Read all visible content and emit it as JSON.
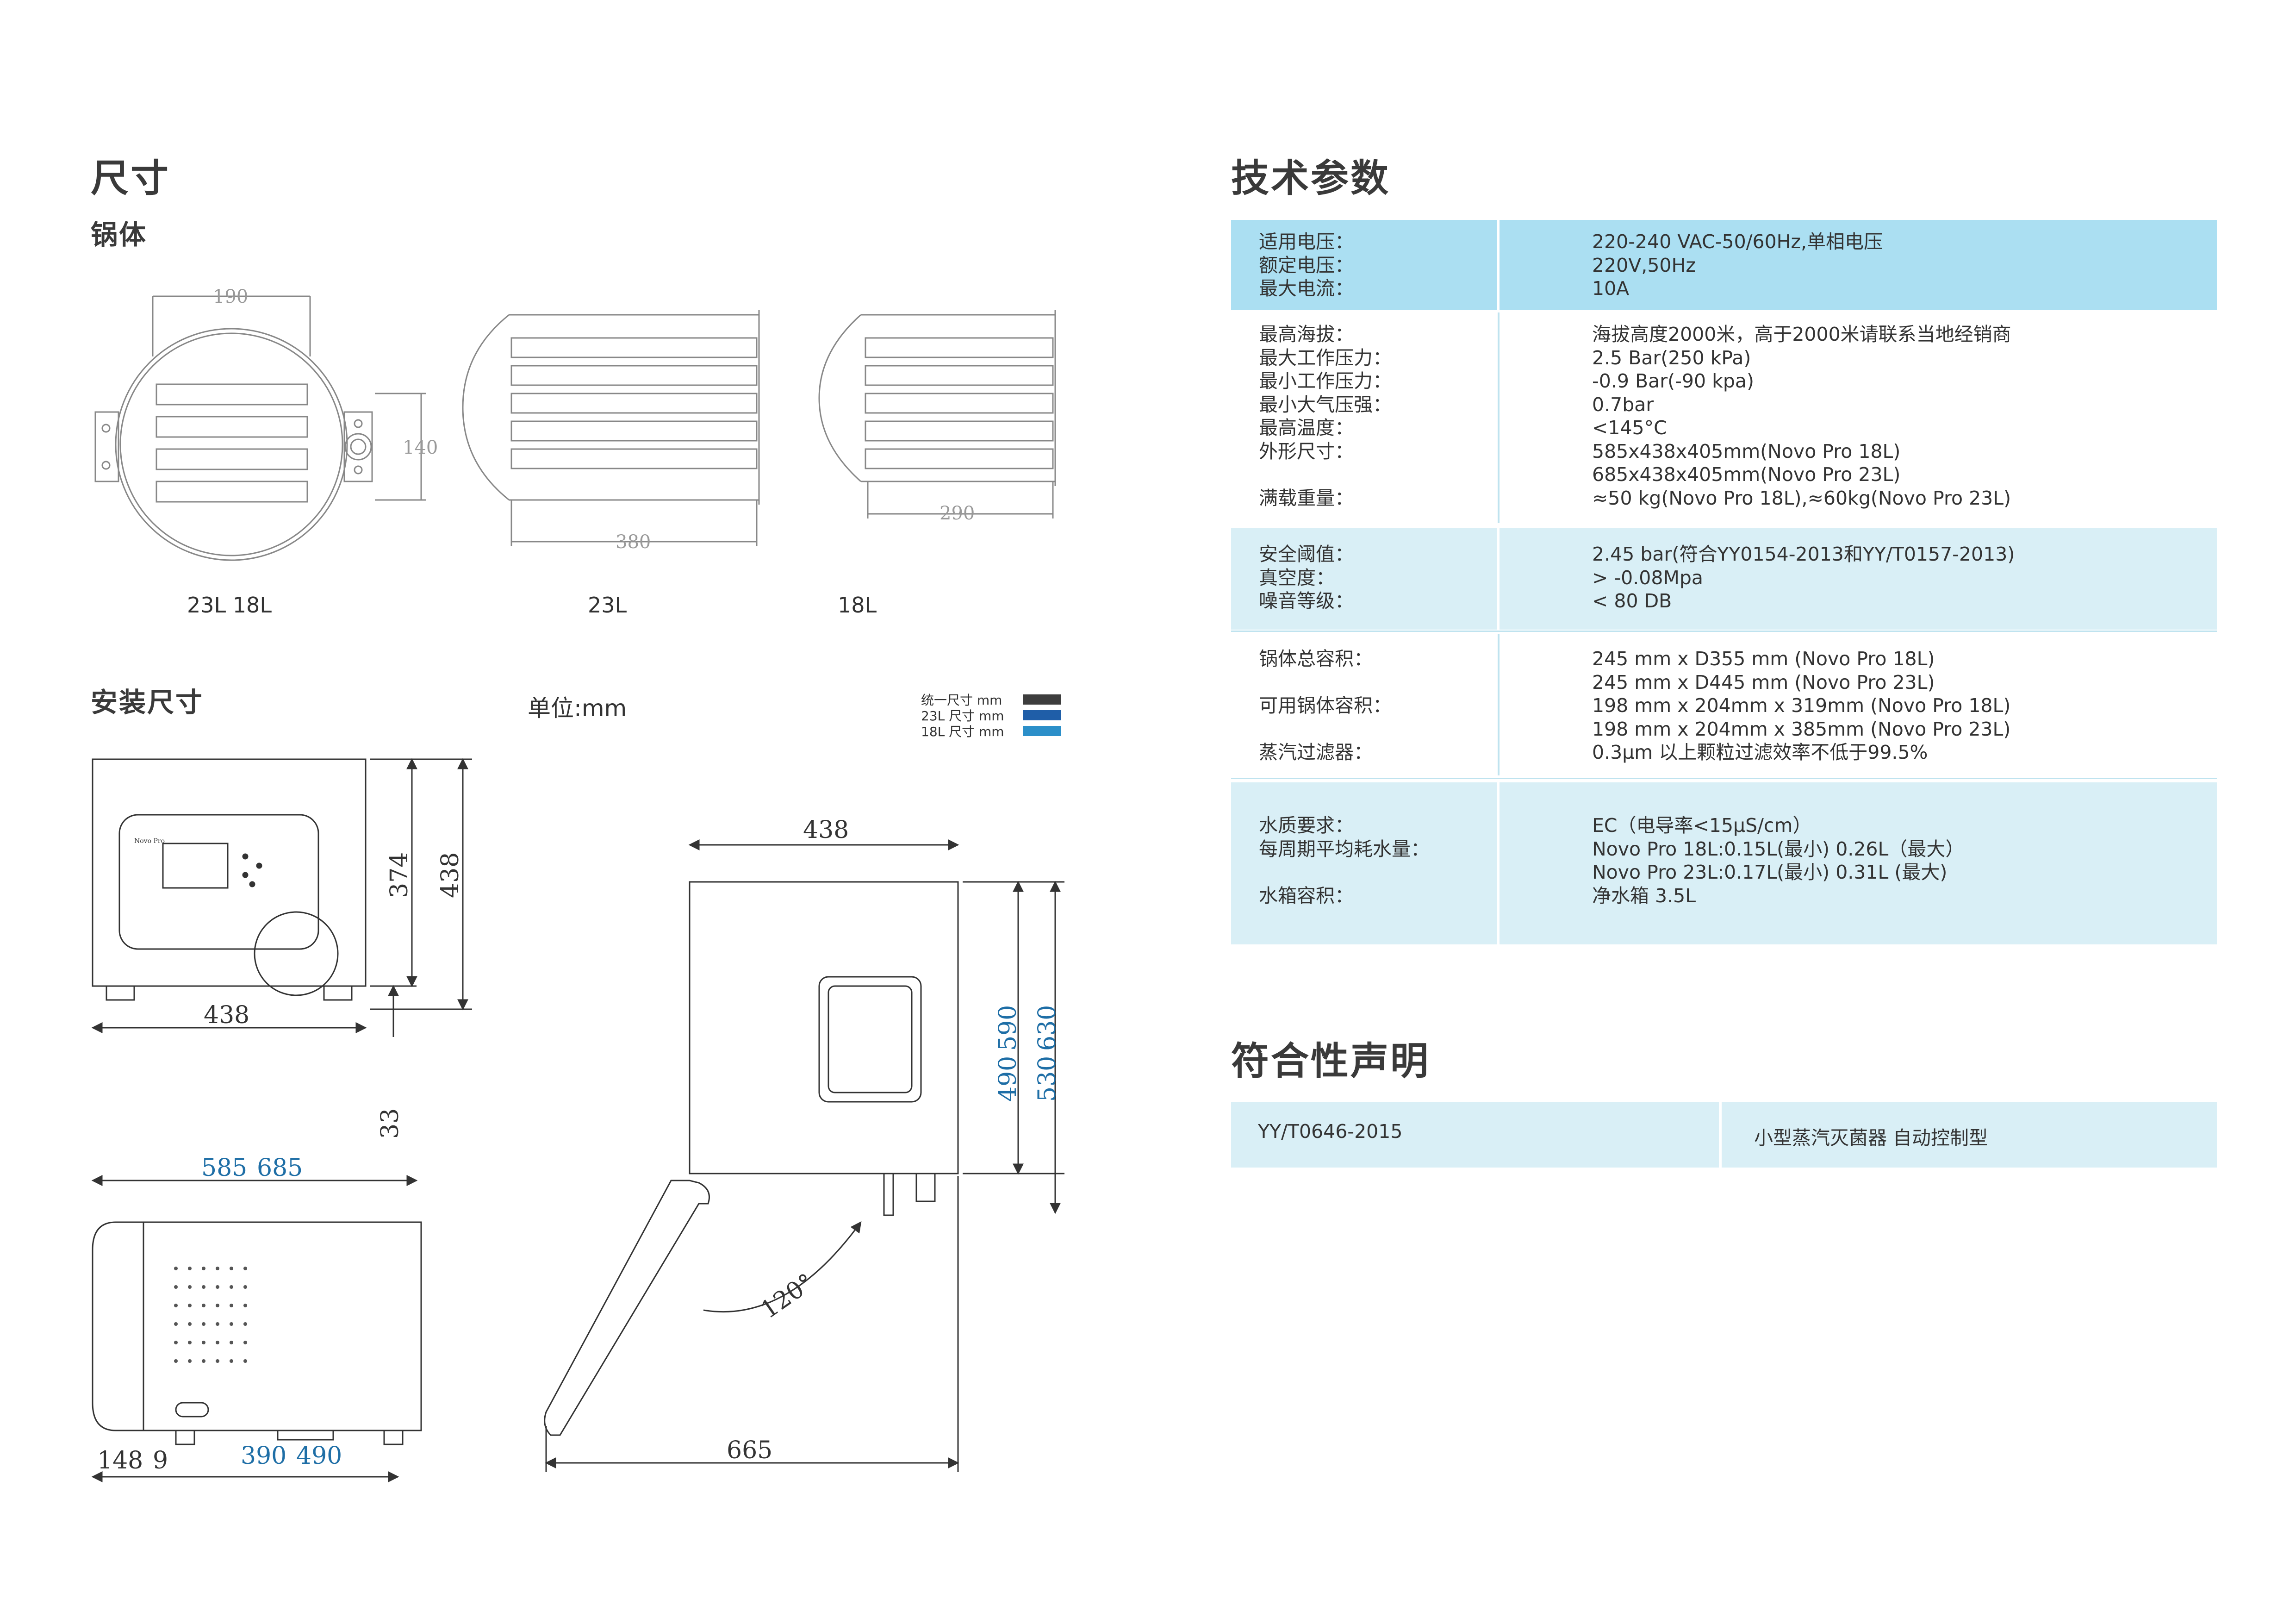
{
  "left": {
    "title": "尺寸",
    "subtitle_body": "锅体",
    "body_labels": [
      "23L 18L",
      "23L",
      "18L"
    ],
    "install_title": "安装尺寸",
    "unit": "单位:mm",
    "legend": [
      {
        "label": "统一尺寸 mm",
        "color": "#3d3d3d"
      },
      {
        "label": "23L 尺寸 mm",
        "color": "#1f5ea8"
      },
      {
        "label": "18L 尺寸 mm",
        "color": "#2b8fc9"
      }
    ],
    "dims": {
      "body_w": "190",
      "body_h": "140",
      "len23": "380",
      "len18": "290",
      "front_w": "438",
      "h374": "374",
      "h438": "438",
      "foot": "33",
      "depth_585": "585",
      "depth_685": "685",
      "d148": "148",
      "d9": "9",
      "d390": "390",
      "d490": "490",
      "top438": "438",
      "h490": "490",
      "h590": "590",
      "h530": "530",
      "h630": "630",
      "angle": "120°",
      "open665": "665",
      "panel_brand": "Novo Pro"
    }
  },
  "right": {
    "title": "技术参数",
    "blocks": [
      {
        "labels": [
          "适用电压：",
          "额定电压：",
          "最大电流："
        ],
        "values": [
          "220-240 VAC-50/60Hz,单相电压",
          "220V,50Hz",
          "10A"
        ]
      },
      {
        "labels": [
          "最高海拔：",
          "最大工作压力：",
          "最小工作压力：",
          "最小大气压强：",
          "最高温度：",
          "外形尺寸：",
          "",
          "满载重量："
        ],
        "values": [
          "海拔高度2000米，高于2000米请联系当地经销商",
          "2.5 Bar(250 kPa)",
          "-0.9 Bar(-90 kpa)",
          "0.7bar",
          "<145°C",
          "585x438x405mm(Novo Pro 18L)",
          "685x438x405mm(Novo Pro 23L)",
          "≈50 kg(Novo Pro 18L),≈60kg(Novo Pro 23L)"
        ]
      },
      {
        "labels": [
          "安全阈值：",
          "真空度：",
          "噪音等级："
        ],
        "values": [
          "2.45 bar(符合YY0154-2013和YY/T0157-2013)",
          "> -0.08Mpa",
          "< 80 DB"
        ]
      },
      {
        "labels": [
          "锅体总容积：",
          "",
          "可用锅体容积：",
          "",
          "蒸汽过滤器："
        ],
        "values": [
          "245 mm x D355 mm (Novo Pro 18L)",
          "245 mm x D445 mm (Novo Pro 23L)",
          "198 mm x 204mm x 319mm (Novo Pro 18L)",
          "198 mm x 204mm x 385mm (Novo Pro 23L)",
          "0.3μm 以上颗粒过滤效率不低于99.5%"
        ]
      },
      {
        "labels": [
          "水质要求：",
          "每周期平均耗水量：",
          "",
          "水箱容积："
        ],
        "values": [
          "EC（电导率<15μS/cm）",
          "Novo Pro 18L:0.15L(最小) 0.26L（最大）",
          "Novo Pro 23L:0.17L(最小) 0.31L (最大)",
          "净水箱 3.5L"
        ]
      }
    ],
    "conformity_title": "符合性声明",
    "conformity": {
      "standard": "YY/T0646-2015",
      "description": "小型蒸汽灭菌器 自动控制型"
    }
  },
  "colors": {
    "blue_band": "#abdff2",
    "light_band": "#d9eff6",
    "dim_blue": "#1e6ea6"
  }
}
